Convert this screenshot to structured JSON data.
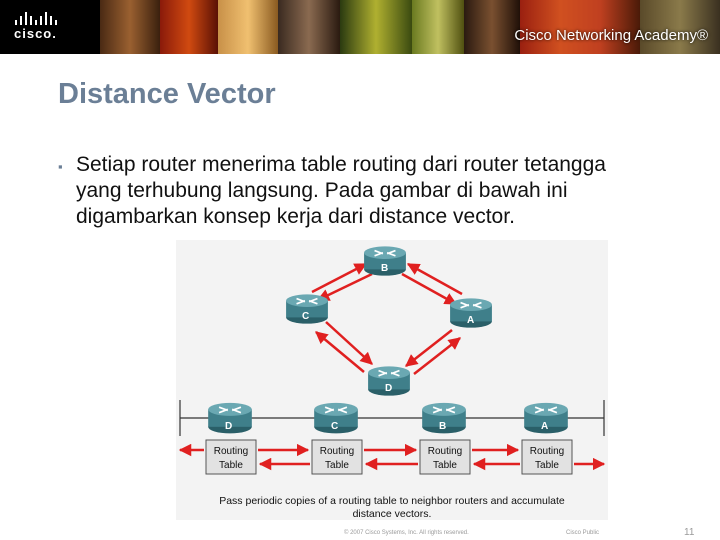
{
  "banner": {
    "logo_text": "cisco.",
    "academy_text": "Cisco Networking Academy®"
  },
  "slide": {
    "title": "Distance Vector",
    "bullet": "Setiap router menerima table routing dari router tetangga yang terhubung langsung. Pada gambar di bawah ini digambarkan konsep kerja dari distance vector."
  },
  "figure": {
    "top_routers": [
      "B",
      "C",
      "A",
      "D"
    ],
    "bottom_routers": [
      "D",
      "C",
      "B",
      "A"
    ],
    "table_label_line1": "Routing",
    "table_label_line2": "Table",
    "caption_line1": "Pass periodic copies of a routing table to neighbor routers and accumulate",
    "caption_line2": "distance vectors.",
    "arrow_color": "#e02020",
    "router_color": "#3f7f8a"
  },
  "footer": {
    "copyright": "© 2007 Cisco Systems, Inc. All rights reserved.",
    "classification": "Cisco Public",
    "page_number": "11"
  }
}
